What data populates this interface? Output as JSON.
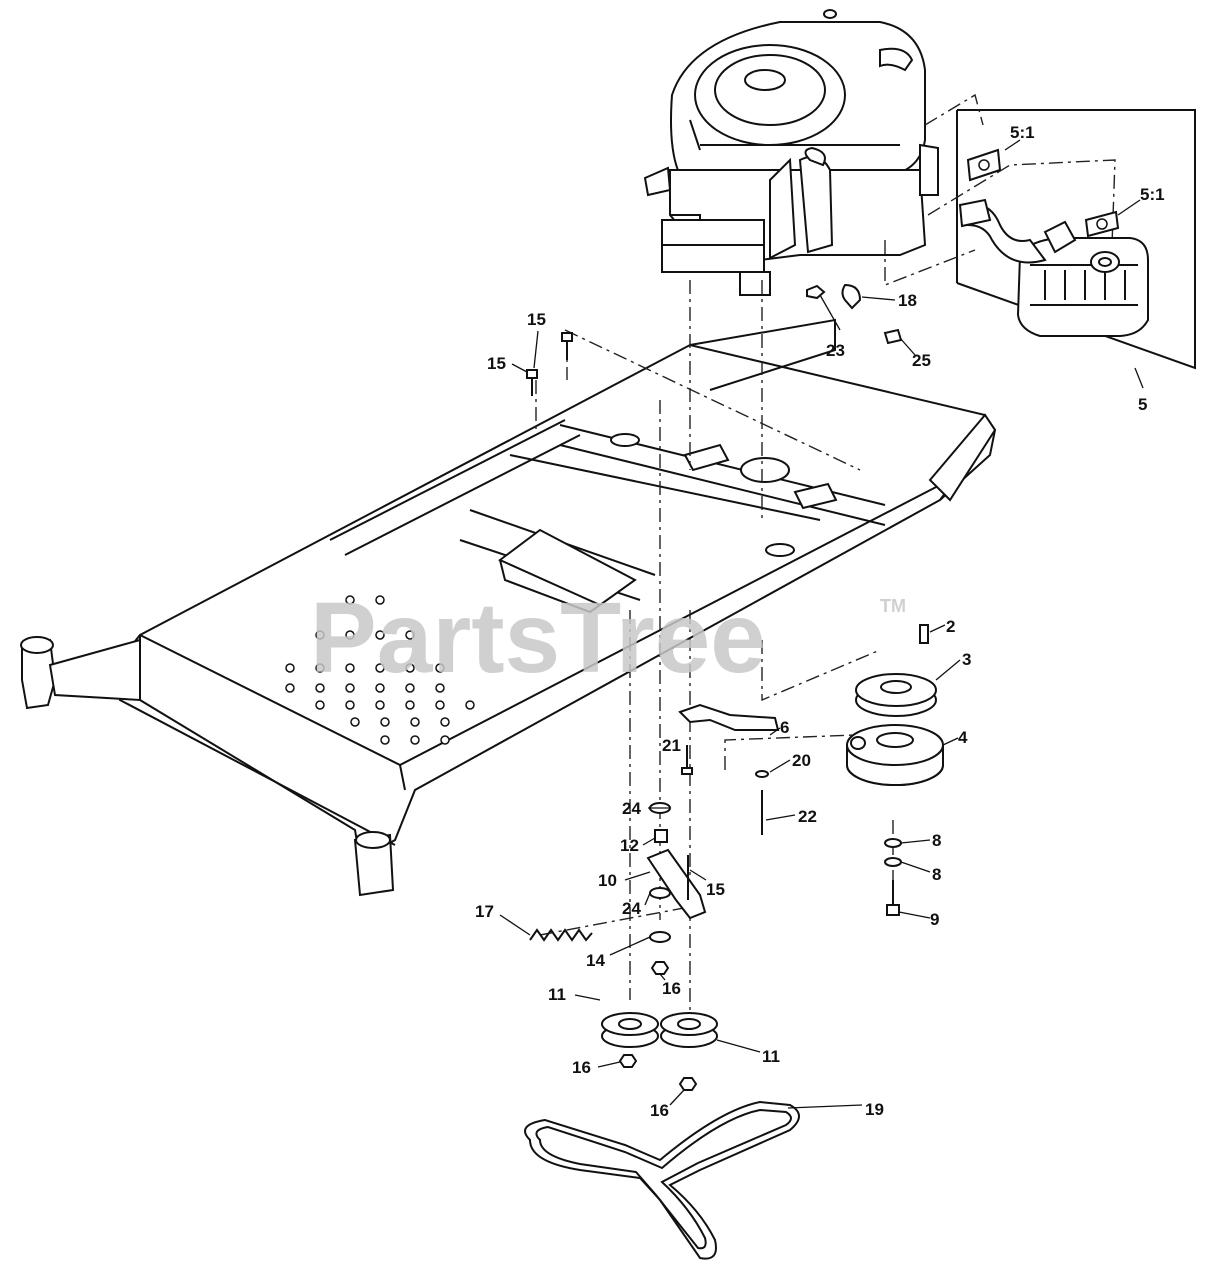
{
  "watermark": {
    "text": "PartsTree",
    "trademark": "TM"
  },
  "callouts": {
    "c2": "2",
    "c3": "3",
    "c4": "4",
    "c5": "5",
    "c5_1a": "5:1",
    "c5_1b": "5:1",
    "c6": "6",
    "c8a": "8",
    "c8b": "8",
    "c9": "9",
    "c10": "10",
    "c11a": "11",
    "c11b": "11",
    "c12": "12",
    "c14": "14",
    "c15a": "15",
    "c15b": "15",
    "c15c": "15",
    "c16a": "16",
    "c16b": "16",
    "c16c": "16",
    "c17": "17",
    "c18": "18",
    "c19": "19",
    "c20": "20",
    "c21": "21",
    "c22": "22",
    "c23": "23",
    "c24a": "24",
    "c24b": "24",
    "c25": "25"
  }
}
